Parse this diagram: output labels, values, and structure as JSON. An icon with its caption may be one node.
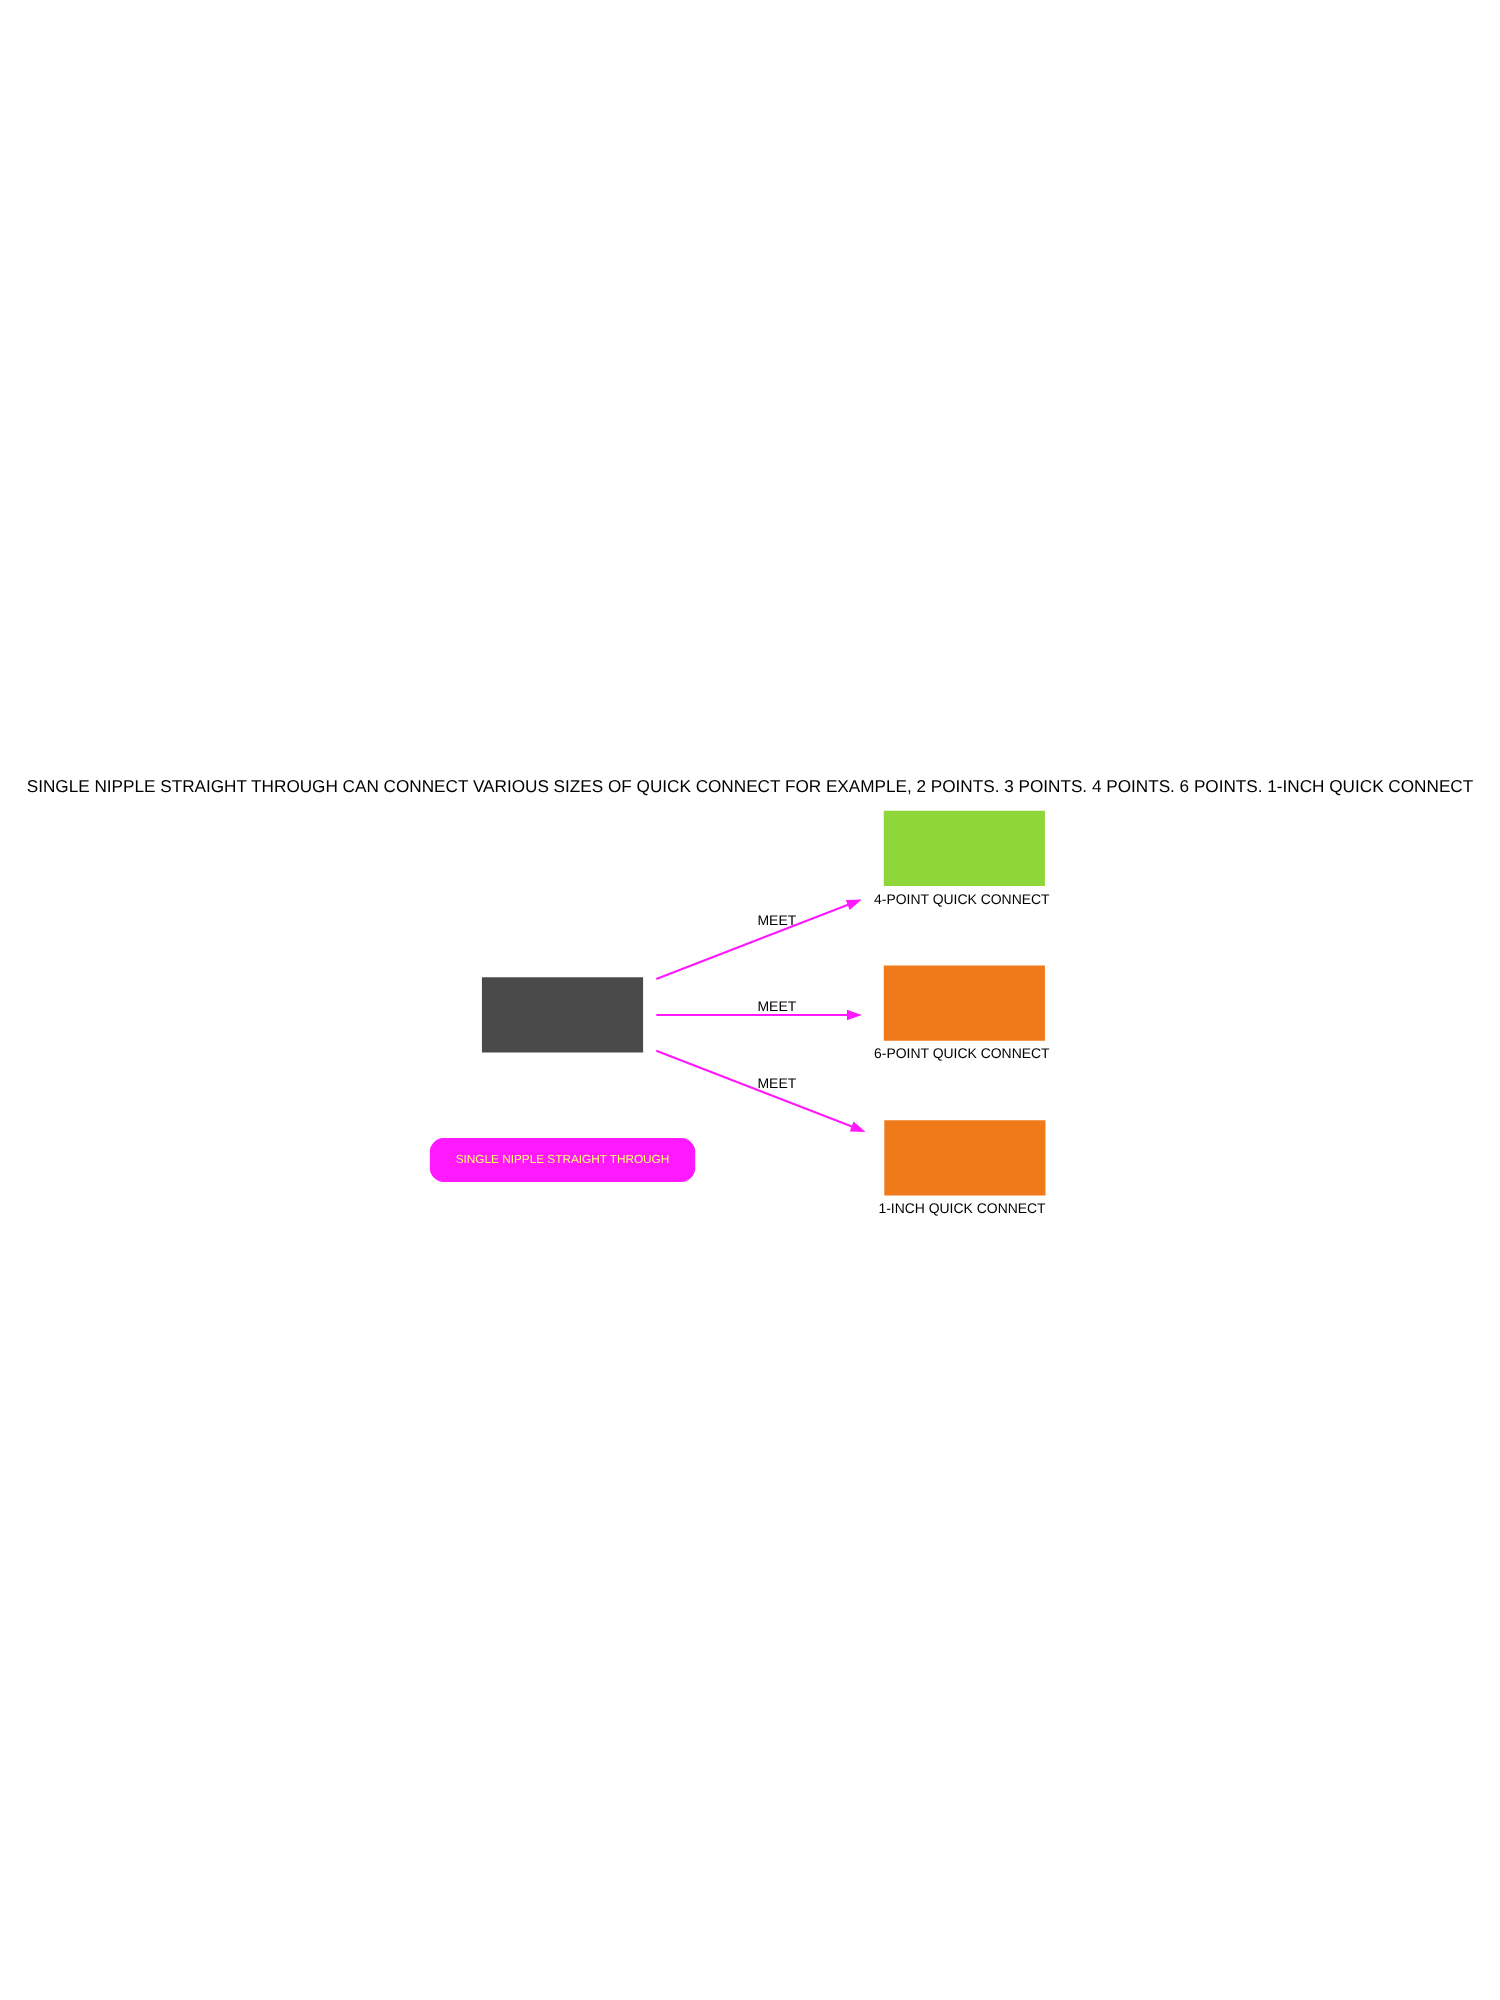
{
  "diagram": {
    "title": "SINGLE NIPPLE STRAIGHT THROUGH CAN CONNECT VARIOUS SIZES OF QUICK CONNECT FOR EXAMPLE, 2 POINTS. 3 POINTS. 4 POINTS. 6 POINTS. 1-INCH QUICK CONNECT",
    "nodes": [
      {
        "text": [],
        "shape": "box"
      },
      {
        "text": [
          "SINGLE NIPPLE STRAIGHT THROUGH"
        ]
      },
      {
        "text": [],
        "shape": "box",
        "beside": [
          "4-POINT QUICK CONNECT"
        ]
      },
      {
        "text": [],
        "shape": "box",
        "beside": [
          "6-POINT QUICK CONNECT"
        ]
      },
      {
        "text": [],
        "shape": "box",
        "beside": [
          "1-INCH QUICK CONNECT"
        ]
      }
    ],
    "edges": [
      {
        "from": 0,
        "to": 2,
        "arrow": "to",
        "label": "MEET"
      },
      {
        "from": 0,
        "to": 3,
        "arrow": "to",
        "label": "MEET"
      },
      {
        "from": 0,
        "to": 4,
        "arrow": "to",
        "label": "MEET"
      }
    ]
  }
}
